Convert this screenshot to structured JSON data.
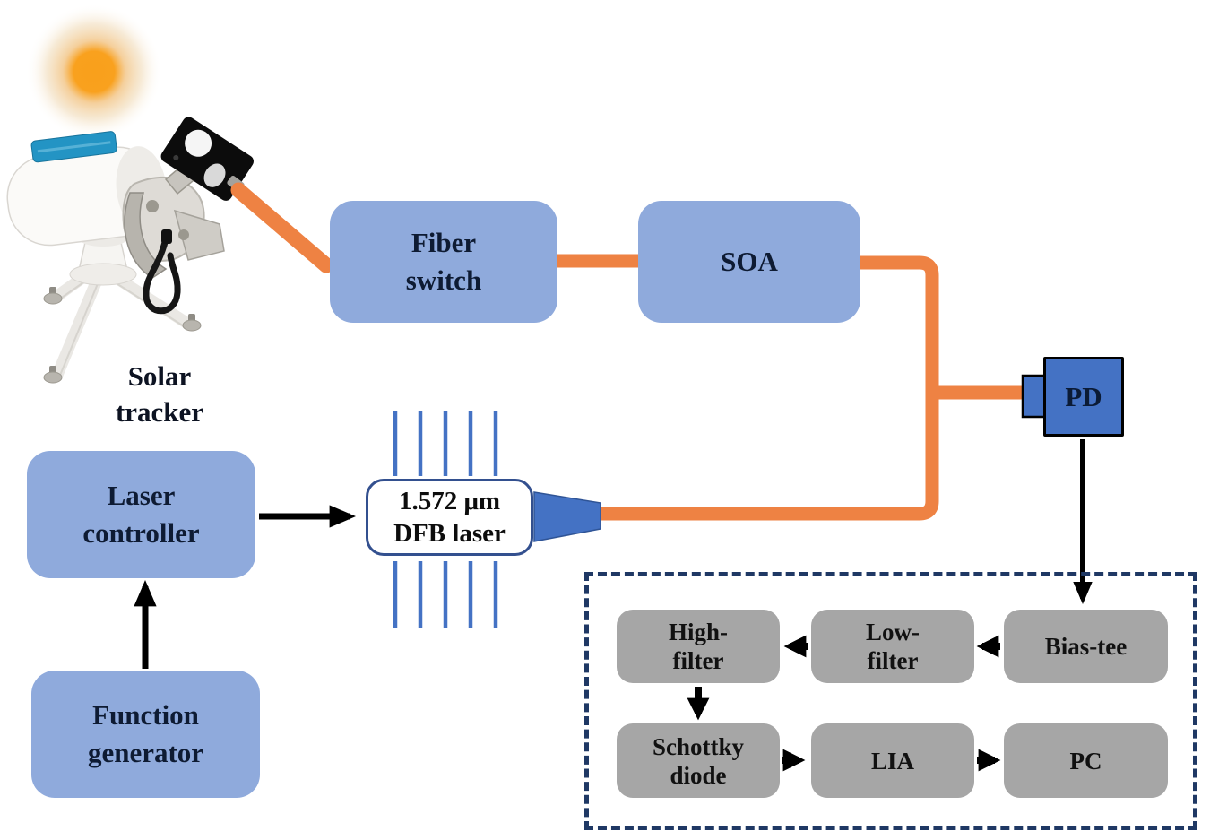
{
  "figure": {
    "type": "experimental-setup-diagram",
    "description_visible_text_only": true
  },
  "nodes": {
    "solar_tracker_label": "Solar\ntracker",
    "fiber_switch": "Fiber\nswitch",
    "soa": "SOA",
    "pd": "PD",
    "dfb_laser": "1.572 μm\nDFB laser",
    "laser_controller": "Laser\ncontroller",
    "function_generator": "Function\ngenerator",
    "high_filter": "High-\nfilter",
    "low_filter": "Low-\nfilter",
    "bias_tee": "Bias-tee",
    "schottky_diode": "Schottky\ndiode",
    "lia": "LIA",
    "pc": "PC"
  },
  "icons": {
    "sun": "sun-icon",
    "solar_tracker": "solar-tracker-image",
    "fiber": "optical-fiber-line",
    "grating": "dfb-grating-lines",
    "coupler": "fiber-coupler-cone",
    "arrows": "signal-arrow"
  },
  "colors": {
    "box_blue": "#8faadc",
    "pd_blue": "#4472c4",
    "fiber_orange": "#ee8243",
    "gray_box": "#a6a6a6",
    "dashed_navy": "#1f3864",
    "grating_blue": "#4472c4",
    "sun_orange": "#f9a01b",
    "arrow_black": "#000000",
    "text_dark": "#0e1b33"
  }
}
